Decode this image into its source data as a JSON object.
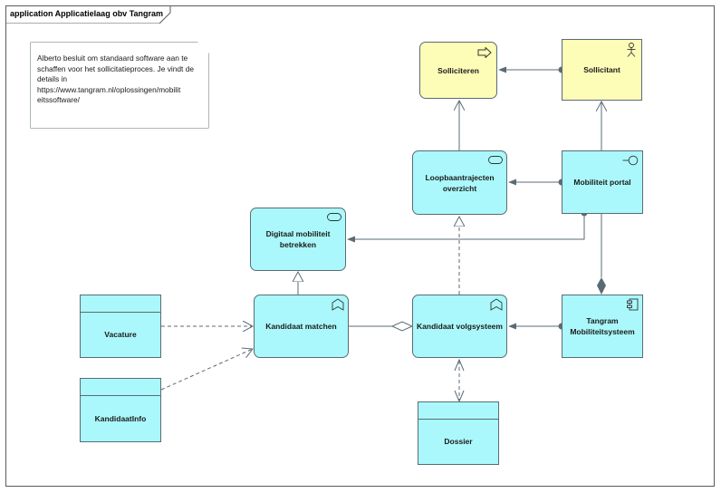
{
  "diagram": {
    "title": "application Applicatielaag obv Tangram",
    "note": {
      "lines": [
        "Alberto besluit om standaard software aan te",
        "schaffen voor het sollicitatieproces. Je vindt de",
        "details in",
        "https://www.tangram.nl/oplossingen/mobilit",
        "eitssoftware/"
      ]
    },
    "nodes": {
      "solliciteren": "Solliciteren",
      "sollicitant": "Sollicitant",
      "loopbaan_line1": "Loopbaantrajecten",
      "loopbaan_line2": "overzicht",
      "mobiliteit_portal": "Mobiliteit portal",
      "digitaal_line1": "Digitaal mobiliteit",
      "digitaal_line2": "betrekken",
      "vacature": "Vacature",
      "kandidaat_matchen": "Kandidaat matchen",
      "kandidaat_volgsysteem": "Kandidaat volgsysteem",
      "tangram_line1": "Tangram",
      "tangram_line2": "Mobiliteitsysteem",
      "kandidaatinfo": "KandidaatInfo",
      "dossier": "Dossier"
    },
    "colors": {
      "application": "#aaf8fb",
      "business": "#fefdb8",
      "line": "#5b6b75"
    }
  }
}
